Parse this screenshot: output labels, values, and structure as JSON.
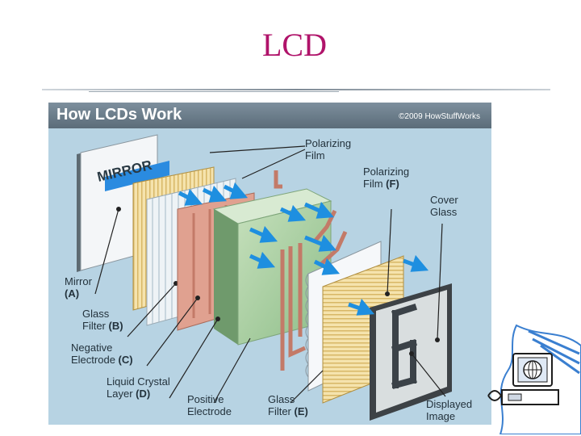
{
  "slide": {
    "title": "LCD"
  },
  "figure": {
    "header_title": "How LCDs Work",
    "credit": "©2009 HowStuffWorks",
    "mirror_word": "MIRROR",
    "labels": [
      {
        "id": "polarizing-film",
        "line1": "Polarizing",
        "line2": "Film",
        "letter": ""
      },
      {
        "id": "polarizing-film-f",
        "line1": "Polarizing",
        "line2": "Film",
        "letter": "(F)"
      },
      {
        "id": "cover-glass",
        "line1": "Cover",
        "line2": "Glass",
        "letter": ""
      },
      {
        "id": "mirror",
        "line1": "Mirror",
        "line2": "",
        "letter": "(A)"
      },
      {
        "id": "glass-filter-b",
        "line1": "Glass",
        "line2": "Filter",
        "letter": "(B)"
      },
      {
        "id": "negative-electrode",
        "line1": "Negative",
        "line2": "Electrode",
        "letter": "(C)"
      },
      {
        "id": "liquid-crystal-layer",
        "line1": "Liquid Crystal",
        "line2": "Layer",
        "letter": "(D)"
      },
      {
        "id": "positive-electrode",
        "line1": "Positive",
        "line2": "Electrode",
        "letter": ""
      },
      {
        "id": "glass-filter-e",
        "line1": "Glass",
        "line2": "Filter",
        "letter": "(E)"
      },
      {
        "id": "displayed-image",
        "line1": "Displayed",
        "line2": "Image",
        "letter": ""
      }
    ]
  },
  "colors": {
    "title": "#b0136a",
    "panel_background": "#b7d3e3",
    "header_bar": "#6b7d8a",
    "arrow": "#1e8fe0",
    "electrode": "#d98a78",
    "liquid_crystal": "#9fc89a",
    "polarizer": "#f2dca0"
  },
  "icons": [
    "computer-clipart-icon",
    "globe-icon"
  ]
}
